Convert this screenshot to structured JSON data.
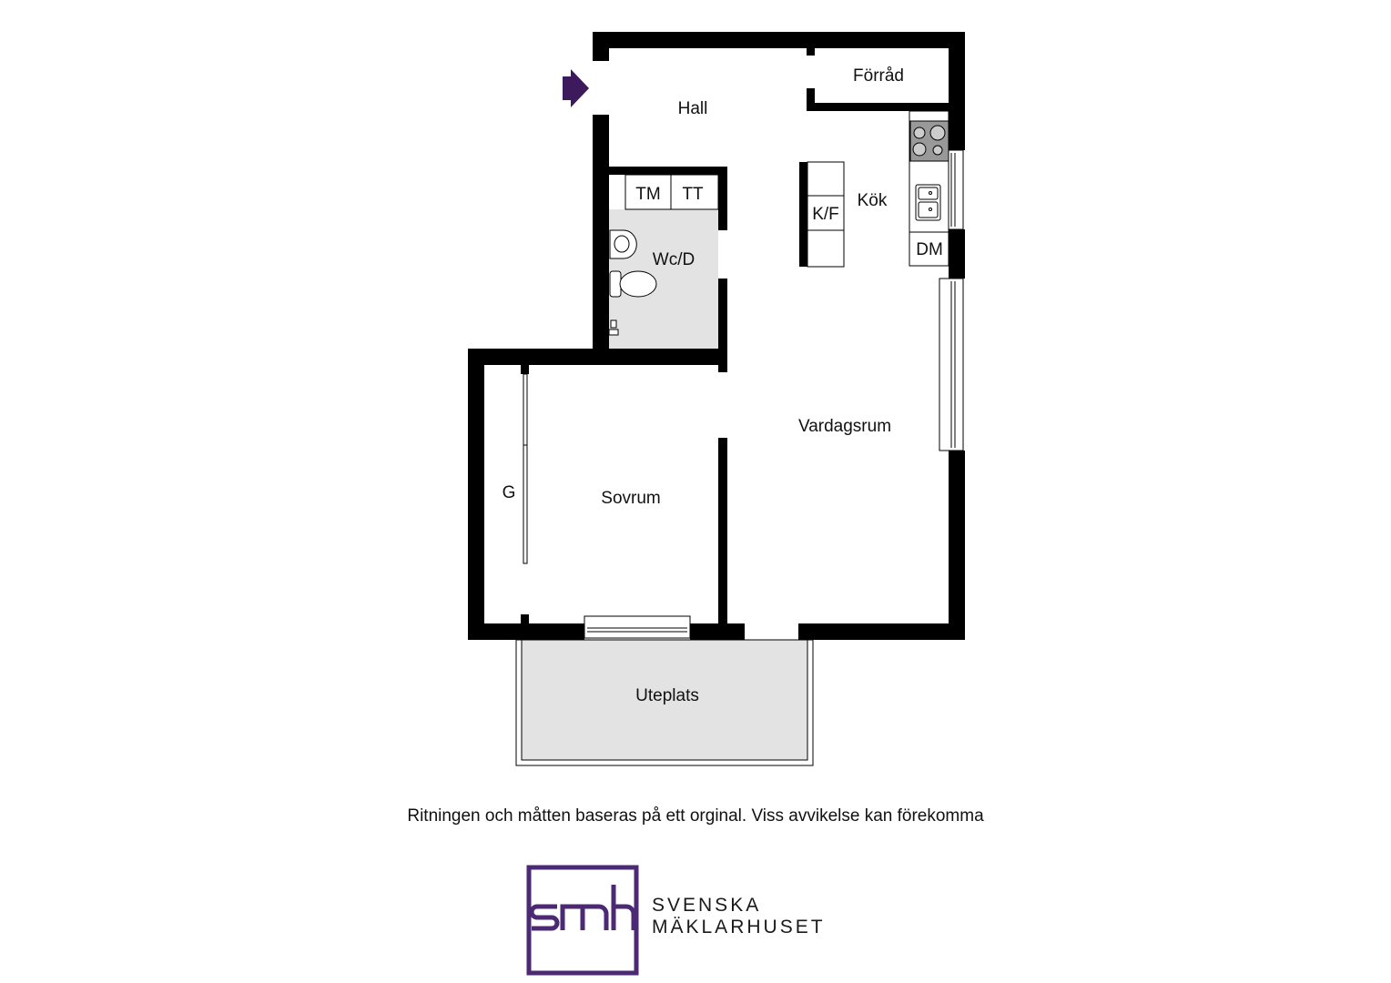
{
  "rooms": {
    "hall": "Hall",
    "forrad": "Förråd",
    "kok": "Kök",
    "wcd": "Wc/D",
    "vardagsrum": "Vardagsrum",
    "sovrum": "Sovrum",
    "uteplats": "Uteplats",
    "garderob": "G"
  },
  "fixtures": {
    "tm": "TM",
    "tt": "TT",
    "kf": "K/F",
    "dm": "DM"
  },
  "disclaimer": "Ritningen och måtten baseras på ett orginal. Viss avvikelse kan förekomma",
  "logo": {
    "mark": "smh",
    "line1": "SVENSKA",
    "line2": "MÄKLARHUSET"
  },
  "colors": {
    "wall": "#000000",
    "wet_room_floor": "#e3e3e3",
    "patio_floor": "#e3e3e3",
    "entrance_arrow": "#3d1a5c",
    "brand": "#4b2a73"
  },
  "icons": {
    "entrance": "entrance-arrow-icon",
    "stove": "stove-icon",
    "sink": "kitchen-sink-icon",
    "washbasin": "washbasin-icon",
    "toilet": "toilet-icon",
    "shower": "shower-icon"
  }
}
